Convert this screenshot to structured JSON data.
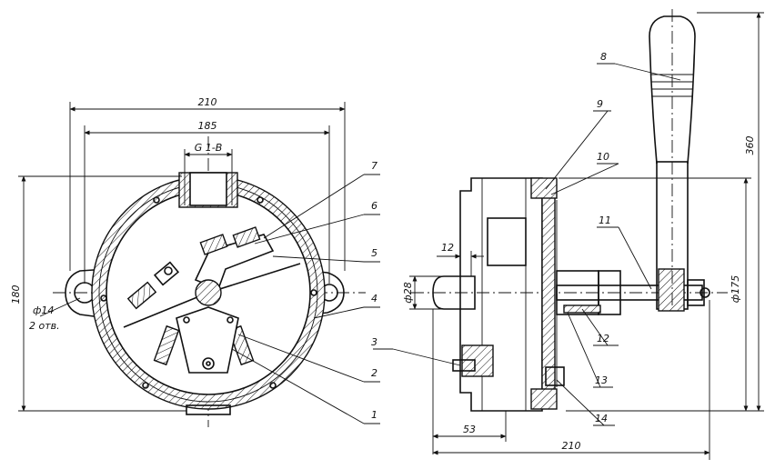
{
  "dimensions": {
    "left_width": "210",
    "left_inner_width": "185",
    "thread": "G 1-B",
    "left_height": "180",
    "hole_dia": "ф14",
    "hole_count": "2 отв.",
    "shaft_len": "12",
    "shaft_dia": "ф28",
    "offset_53": "53",
    "right_width": "210",
    "handle_height": "360",
    "flange_dia": "ф175"
  },
  "callouts": [
    "1",
    "2",
    "3",
    "4",
    "5",
    "6",
    "7",
    "8",
    "9",
    "10",
    "11",
    "12",
    "13",
    "14"
  ]
}
